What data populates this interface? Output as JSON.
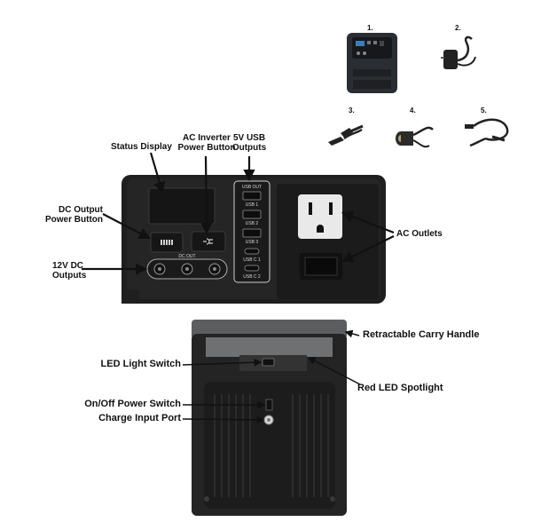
{
  "accessories": [
    {
      "number": "1.",
      "icon": "power-station-unit-icon"
    },
    {
      "number": "2.",
      "icon": "wall-adapter-icon"
    },
    {
      "number": "3.",
      "icon": "car-charger-cable-icon"
    },
    {
      "number": "4.",
      "icon": "car-socket-adapter-icon"
    },
    {
      "number": "5.",
      "icon": "dc-cable-icon"
    }
  ],
  "front_panel": {
    "status_display": "Status Display",
    "ac_inverter_button": [
      "AC Inverter",
      "Power Button"
    ],
    "usb_outputs": [
      "5V USB",
      "Outputs"
    ],
    "dc_output_button": [
      "DC Output",
      "Power Button"
    ],
    "dc_outputs": [
      "12V DC",
      "Outputs"
    ],
    "ac_outlets": "AC Outlets",
    "usb_out_header": "USB OUT",
    "usb_ports": [
      "USB 1",
      "USB 2",
      "USB 3",
      "USB C 1",
      "USB C 2"
    ],
    "dc_out_header": "DC OUT"
  },
  "rear_panel": {
    "carry_handle": "Retractable Carry Handle",
    "led_switch": "LED Light Switch",
    "red_spotlight": "Red LED Spotlight",
    "power_switch": "On/Off Power Switch",
    "charge_port": "Charge Input Port"
  },
  "colors": {
    "device_body": "#2a2a2a",
    "panel": "#1b1b1b",
    "handle": "#5b5d5f",
    "accent_red": "#c0392b"
  }
}
